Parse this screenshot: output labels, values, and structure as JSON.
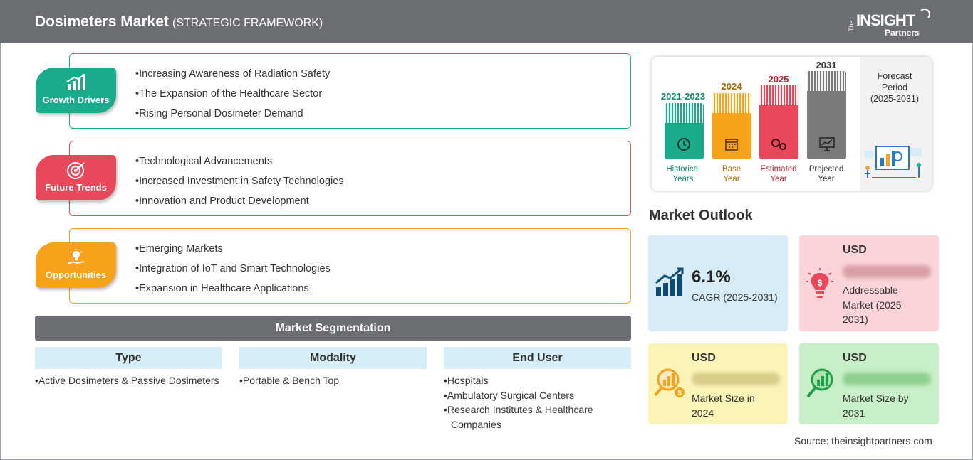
{
  "header": {
    "title": "Dosimeters Market",
    "subtitle": "(STRATEGIC FRAMEWORK)",
    "logo": {
      "the": "The",
      "insight": "INSIGHT",
      "partners": "Partners"
    }
  },
  "cards": [
    {
      "badge": "Growth Drivers",
      "color": "#1aab8a",
      "icon": "bar-growth-icon",
      "items": [
        "Increasing Awareness of Radiation Safety",
        "The Expansion of the Healthcare Sector",
        "Rising Personal Dosimeter Demand"
      ]
    },
    {
      "badge": "Future Trends",
      "color": "#e8485a",
      "icon": "target-icon",
      "items": [
        "Technological Advancements",
        "Increased Investment in Safety Technologies",
        "Innovation and Product Development"
      ]
    },
    {
      "badge": "Opportunities",
      "color": "#f7a21b",
      "icon": "lightbulb-hand-icon",
      "items": [
        "Emerging Markets",
        "Integration of IoT and Smart Technologies",
        "Expansion in Healthcare Applications"
      ]
    }
  ],
  "segmentation": {
    "title": "Market Segmentation",
    "columns": [
      {
        "header": "Type",
        "items": [
          "Active Dosimeters & Passive Dosimeters"
        ]
      },
      {
        "header": "Modality",
        "items": [
          "Portable & Bench Top"
        ]
      },
      {
        "header": "End User",
        "items": [
          "Hospitals",
          "Ambulatory Surgical Centers",
          "Research Institutes & Healthcare Companies"
        ]
      }
    ]
  },
  "timeline": {
    "bars": [
      {
        "year": "2021-2023",
        "label_line1": "Historical",
        "label_line2": "Years",
        "color": "#1aab8a",
        "year_color": "#138a6e",
        "label_color": "#138a6e",
        "icon": "history-icon"
      },
      {
        "year": "2024",
        "label_line1": "Base",
        "label_line2": "Year",
        "color": "#f7a21b",
        "year_color": "#a86a08",
        "label_color": "#a86a08",
        "icon": "calendar-icon"
      },
      {
        "year": "2025",
        "label_line1": "Estimated",
        "label_line2": "Year",
        "color": "#e8485a",
        "year_color": "#b3202f",
        "label_color": "#b3202f",
        "icon": "gears-icon"
      },
      {
        "year": "2031",
        "label_line1": "Projected",
        "label_line2": "Year",
        "color": "#7a7a7a",
        "year_color": "#333333",
        "label_color": "#333333",
        "icon": "presentation-icon"
      }
    ],
    "forecast": {
      "line1": "Forecast",
      "line2": "Period",
      "line3": "(2025-2031)"
    }
  },
  "outlook": {
    "title": "Market Outlook",
    "cagr": {
      "value": "6.1%",
      "label": "CAGR (2025-2031)",
      "bg": "#d7ecf7",
      "icon": "rising-bars-icon"
    },
    "addressable": {
      "usd": "USD",
      "blurred": "lorem ipsum",
      "label": "Addressable Market (2025-2031)",
      "label_l1": "Addressable",
      "label_l2": "Market (2025-",
      "label_l3": "2031)",
      "bg": "#fad4d8",
      "icon": "lightbulb-dollar-icon"
    },
    "size2024": {
      "usd": "USD",
      "blurred": "lorem ipsum",
      "label_l1": "Market Size in",
      "label_l2": "2024",
      "bg": "#fbf4b8",
      "icon": "magnifier-chart-icon"
    },
    "size2031": {
      "usd": "USD",
      "blurred": "lorem ipsum",
      "label_l1": "Market Size by",
      "label_l2": "2031",
      "bg": "#c8efc8",
      "icon": "magnifier-growth-icon"
    }
  },
  "source": "Source: theinsightpartners.com"
}
